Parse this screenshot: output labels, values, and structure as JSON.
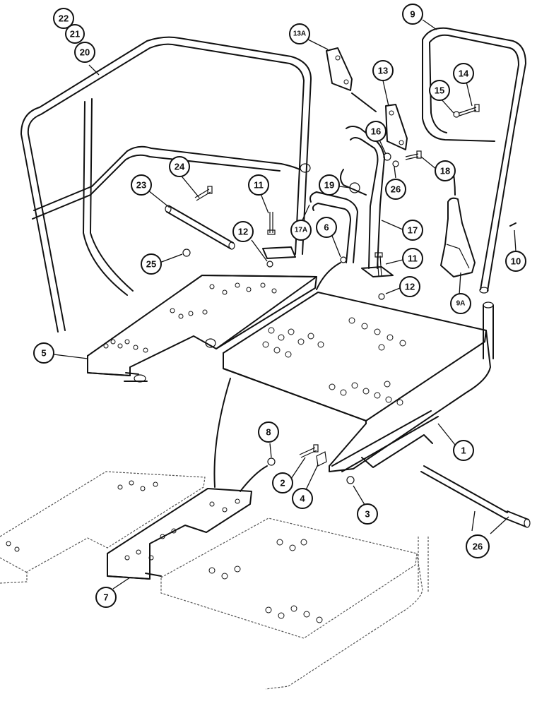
{
  "diagram": {
    "type": "exploded parts diagram",
    "callouts": [
      {
        "id": "c22",
        "label": "22"
      },
      {
        "id": "c21",
        "label": "21"
      },
      {
        "id": "c20",
        "label": "20"
      },
      {
        "id": "c13A",
        "label": "13A"
      },
      {
        "id": "c13",
        "label": "13"
      },
      {
        "id": "c9",
        "label": "9"
      },
      {
        "id": "c14",
        "label": "14"
      },
      {
        "id": "c15",
        "label": "15"
      },
      {
        "id": "c16",
        "label": "16"
      },
      {
        "id": "c26a",
        "label": "26"
      },
      {
        "id": "c18",
        "label": "18"
      },
      {
        "id": "c24",
        "label": "24"
      },
      {
        "id": "c23",
        "label": "23"
      },
      {
        "id": "c11a",
        "label": "11"
      },
      {
        "id": "c19",
        "label": "19"
      },
      {
        "id": "c17A",
        "label": "17A"
      },
      {
        "id": "c6",
        "label": "6"
      },
      {
        "id": "c17",
        "label": "17"
      },
      {
        "id": "c12a",
        "label": "12"
      },
      {
        "id": "c25",
        "label": "25"
      },
      {
        "id": "c11b",
        "label": "11"
      },
      {
        "id": "c12b",
        "label": "12"
      },
      {
        "id": "c10",
        "label": "10"
      },
      {
        "id": "c9A",
        "label": "9A"
      },
      {
        "id": "c5",
        "label": "5"
      },
      {
        "id": "c8",
        "label": "8"
      },
      {
        "id": "c1",
        "label": "1"
      },
      {
        "id": "c2",
        "label": "2"
      },
      {
        "id": "c4",
        "label": "4"
      },
      {
        "id": "c3",
        "label": "3"
      },
      {
        "id": "c26b",
        "label": "26"
      },
      {
        "id": "c7",
        "label": "7"
      }
    ]
  }
}
